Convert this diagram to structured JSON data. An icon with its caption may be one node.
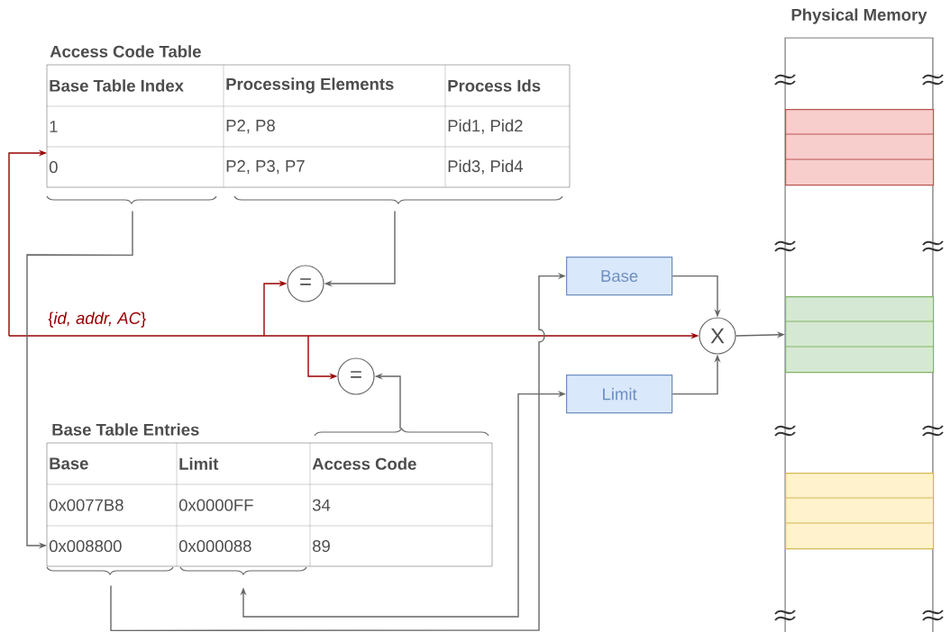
{
  "diagram": {
    "nodes": [
      {
        "text": [
          "Access Code Table",
          "Base Table Index",
          "Processing Elements",
          "Process Ids",
          "1",
          "P2, P8",
          "Pid1, Pid2",
          "0",
          "P2, P3, P7",
          "Pid3, Pid4"
        ]
      },
      {
        "text": [
          "="
        ]
      },
      {
        "text": [
          "="
        ]
      },
      {
        "text": [
          "Base Table Entries",
          "Base",
          "Limit",
          "Access Code",
          "0x0077B8",
          "0x0000FF",
          "34",
          "0x008800",
          "0x000088",
          "89"
        ]
      },
      {
        "text": [
          "Base"
        ]
      },
      {
        "text": [
          "Limit"
        ]
      },
      {
        "text": [
          "X"
        ]
      },
      {
        "text": [
          "Physical Memory"
        ]
      },
      {
        "text": [],
        "shape": "box",
        "in": 7
      },
      {
        "text": [],
        "shape": "box",
        "in": 7
      },
      {
        "text": [],
        "shape": "box",
        "in": 7
      }
    ],
    "edges": [
      {
        "from": null,
        "to": 6,
        "arrow": "to",
        "color": "#990000",
        "label": "{*id, addr, AC*}"
      },
      {
        "from": null,
        "to": 0,
        "arrow": "to",
        "color": "#990000"
      },
      {
        "from": null,
        "to": 1,
        "arrow": "to",
        "color": "#990000"
      },
      {
        "from": null,
        "to": 2,
        "arrow": "to",
        "color": "#990000"
      },
      {
        "from": 0,
        "to": 1,
        "arrow": "to"
      },
      {
        "from": 0,
        "to": 3,
        "arrow": "to"
      },
      {
        "from": 3,
        "to": 2,
        "arrow": "to"
      },
      {
        "from": 3,
        "to": 4,
        "arrow": "to"
      },
      {
        "from": 3,
        "to": 5,
        "arrow": "both"
      },
      {
        "from": 4,
        "to": 6,
        "arrow": "to"
      },
      {
        "from": 5,
        "to": 6,
        "arrow": "to"
      },
      {
        "from": 6,
        "to": 9,
        "arrow": "to"
      }
    ]
  }
}
